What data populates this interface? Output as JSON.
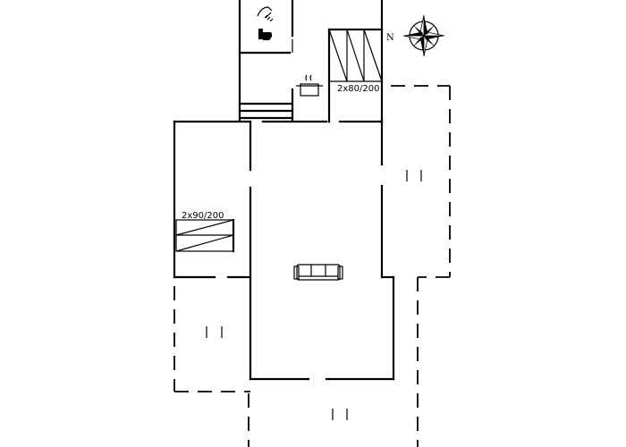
{
  "compass": {
    "north_label": "N",
    "icon": "compass-rose-icon"
  },
  "beds": [
    {
      "label": "2x80/200"
    },
    {
      "label": "2x90/200"
    }
  ],
  "fixtures": {
    "shower": "shower-icon",
    "toilet": "toilet-icon",
    "stove": "cooking-pot-icon",
    "sofa": "sofa-icon"
  }
}
